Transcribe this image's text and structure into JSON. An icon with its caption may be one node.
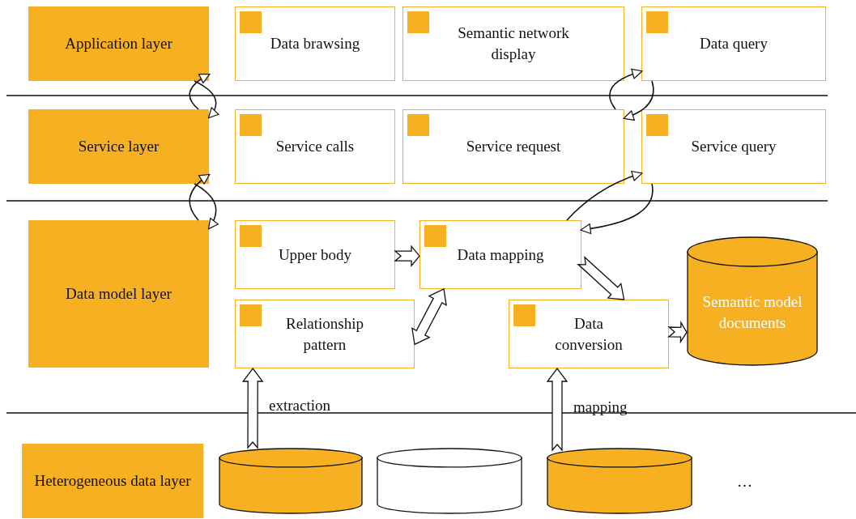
{
  "diagram": {
    "nodes": [
      {
        "text": [
          "Application layer"
        ]
      },
      {
        "text": [
          "Data brawsing"
        ]
      },
      {
        "text": [
          "Semantic network display"
        ]
      },
      {
        "text": [
          "Data query"
        ]
      },
      {
        "text": [
          "Service layer"
        ]
      },
      {
        "text": [
          "Service calls"
        ]
      },
      {
        "text": [
          "Service request"
        ]
      },
      {
        "text": [
          "Service query"
        ]
      },
      {
        "text": [
          "Data model layer"
        ]
      },
      {
        "text": [
          "Upper body"
        ]
      },
      {
        "text": [
          "Data mapping"
        ]
      },
      {
        "text": [
          "Relationship pattern"
        ]
      },
      {
        "text": [
          "Data conversion"
        ]
      },
      {
        "text": [
          "Semantic model documents"
        ]
      },
      {
        "text": [
          "Heterogeneous data layer"
        ]
      },
      {
        "text": [],
        "shape": "cylinder"
      },
      {
        "text": [],
        "shape": "cylinder"
      },
      {
        "text": [],
        "shape": "cylinder"
      }
    ],
    "edges": [
      {
        "from": 4,
        "to": 0,
        "arrow": "to"
      },
      {
        "from": 0,
        "to": 4,
        "arrow": "to"
      },
      {
        "from": 6,
        "to": 3,
        "arrow": "to"
      },
      {
        "from": 3,
        "to": 6,
        "arrow": "to"
      },
      {
        "from": 8,
        "to": 4,
        "arrow": "to"
      },
      {
        "from": 4,
        "to": 8,
        "arrow": "to"
      },
      {
        "from": 10,
        "to": 7,
        "arrow": "to"
      },
      {
        "from": 7,
        "to": 10,
        "arrow": "to"
      },
      {
        "from": 9,
        "to": 10,
        "arrow": "to"
      },
      {
        "from": 11,
        "to": 10,
        "arrow": "both"
      },
      {
        "from": 10,
        "to": 12,
        "arrow": "to"
      },
      {
        "from": 12,
        "to": 13,
        "arrow": "to"
      },
      {
        "from": 15,
        "to": 11,
        "arrow": "to",
        "label": "extraction"
      },
      {
        "from": 17,
        "to": 12,
        "arrow": "to",
        "label": "mapping"
      }
    ],
    "labels": [
      "…"
    ]
  }
}
